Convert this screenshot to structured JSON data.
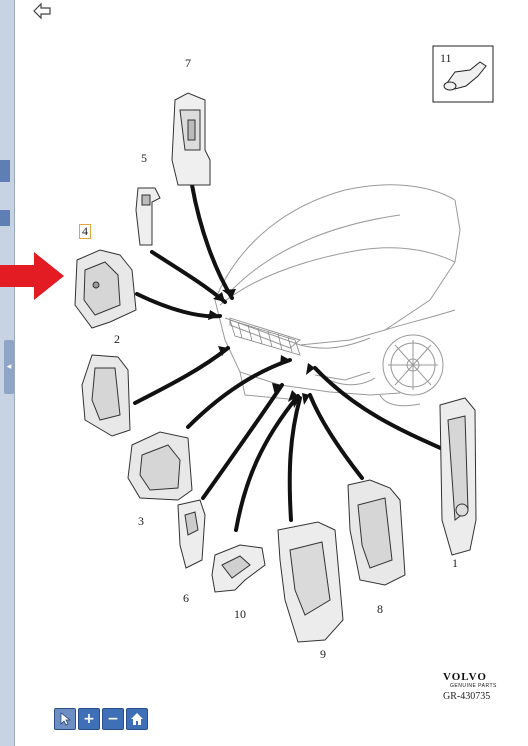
{
  "callouts": {
    "c1": "1",
    "c2": "2",
    "c3": "3",
    "c4": "4",
    "c5": "5",
    "c6": "6",
    "c7": "7",
    "c8": "8",
    "c9": "9",
    "c10": "10",
    "c11": "11"
  },
  "brand": {
    "name": "VOLVO",
    "sub": "GENUINE PARTS"
  },
  "reference": "GR-430735",
  "highlight": {
    "callout": "4",
    "arrow_color": "#e31b23",
    "box_color": "#e0a63a"
  },
  "toolbar": {
    "buttons": [
      {
        "icon": "select-pointer-icon"
      },
      {
        "icon": "zoom-in-icon"
      },
      {
        "icon": "zoom-out-icon"
      },
      {
        "icon": "home-icon"
      }
    ]
  },
  "icons": {
    "back": "back-arrow-icon",
    "clip": "clip-fastener-icon"
  }
}
